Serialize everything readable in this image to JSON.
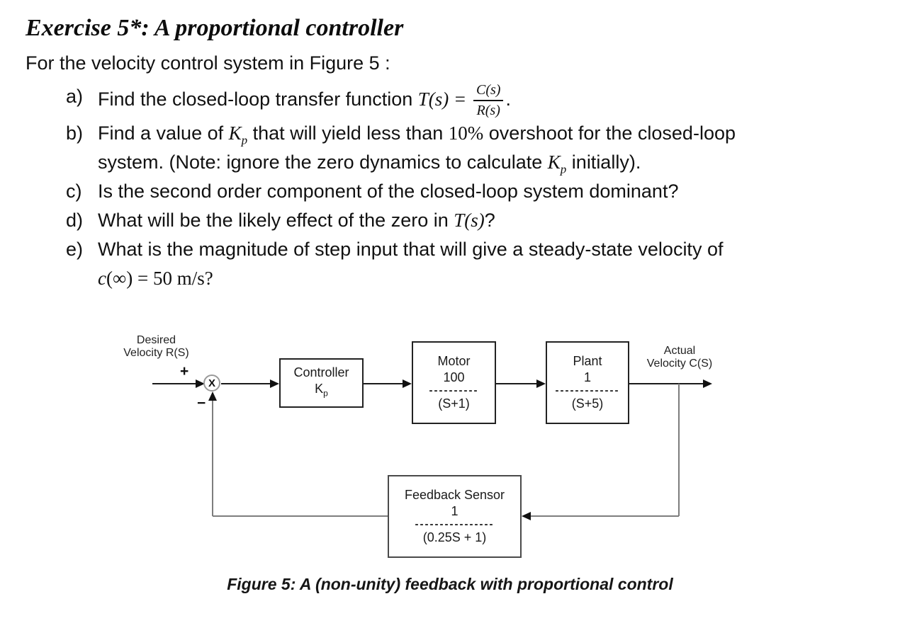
{
  "title": "Exercise 5*: A proportional controller",
  "intro": "For the velocity control system in Figure 5 :",
  "items": [
    {
      "marker": "a)",
      "lines": [
        [
          {
            "t": "Find the closed-loop transfer function "
          },
          {
            "m": "T(s) = "
          },
          {
            "frac": {
              "num": "C(s)",
              "den": "R(s)"
            }
          },
          {
            "t": "."
          }
        ]
      ]
    },
    {
      "marker": "b)",
      "lines": [
        [
          {
            "t": "Find a value of "
          },
          {
            "m": "K"
          },
          {
            "sub": "p"
          },
          {
            "t": " that will yield less than "
          },
          {
            "mr": "10%"
          },
          {
            "t": " overshoot for the closed-loop"
          }
        ],
        [
          {
            "t": "system. (Note: ignore the zero dynamics to calculate "
          },
          {
            "m": "K"
          },
          {
            "sub": "p"
          },
          {
            "t": " initially)."
          }
        ]
      ]
    },
    {
      "marker": "c)",
      "lines": [
        [
          {
            "t": "Is the second order component of the closed-loop system dominant?"
          }
        ]
      ]
    },
    {
      "marker": "d)",
      "lines": [
        [
          {
            "t": "What will be the likely effect of the zero in "
          },
          {
            "m": "T(s)"
          },
          {
            "t": "?"
          }
        ]
      ]
    },
    {
      "marker": "e)",
      "lines": [
        [
          {
            "t": "What is the magnitude of step input that will give a steady-state velocity of"
          }
        ],
        [
          {
            "m": "c"
          },
          {
            "mr": "(∞) = 50 m/s?"
          }
        ]
      ]
    }
  ],
  "diagram": {
    "input_label": {
      "l1": "Desired",
      "l2": "Velocity R(S)"
    },
    "output_label": {
      "l1": "Actual",
      "l2": "Velocity C(S)"
    },
    "plus": "+",
    "minus": "−",
    "junction": "X",
    "controller": {
      "line1": "Controller",
      "sym": "K",
      "sub": "p"
    },
    "motor": {
      "title": "Motor",
      "num": "100",
      "dashes": "----------",
      "den": "(S+1)"
    },
    "plant": {
      "title": "Plant",
      "num": "1",
      "dashes": "-------------",
      "den": "(S+5)"
    },
    "feedback": {
      "title": "Feedback Sensor",
      "num": "1",
      "dashes": "----------------",
      "den": "(0.25S + 1)"
    },
    "colors": {
      "forward_line": "#1a1a1a",
      "feedback_line": "#7d7d7d",
      "arrowhead": "#111111"
    }
  },
  "caption": "Figure 5: A (non-unity) feedback with proportional control"
}
